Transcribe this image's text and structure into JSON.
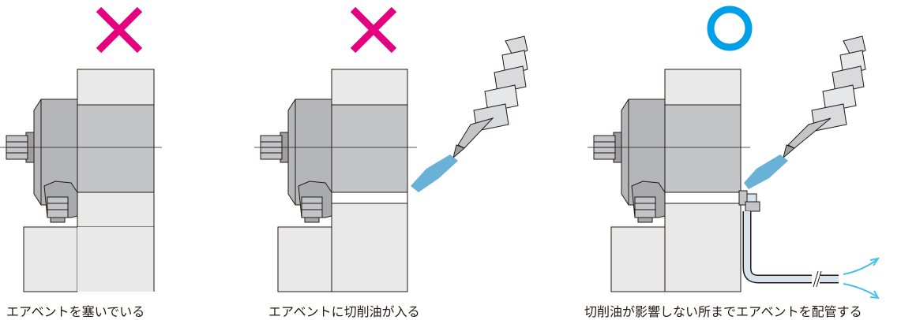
{
  "panels": [
    {
      "verdict": "ng",
      "caption": "エアベントを塞いでいる"
    },
    {
      "verdict": "ng",
      "caption": "エアベントに切削油が入る"
    },
    {
      "verdict": "ok",
      "caption": "切削油が影響しない所までエアベントを配管する"
    }
  ],
  "colors": {
    "ng_mark": "#e4007f",
    "ok_mark": "#00a0e9",
    "housing": "#c4c5c7",
    "housing_dark": "#a9aaac",
    "wall": "#e9e9e9",
    "coolant": "#5aa9d3",
    "pipe": "#d7e3ec",
    "line": "#231815"
  }
}
